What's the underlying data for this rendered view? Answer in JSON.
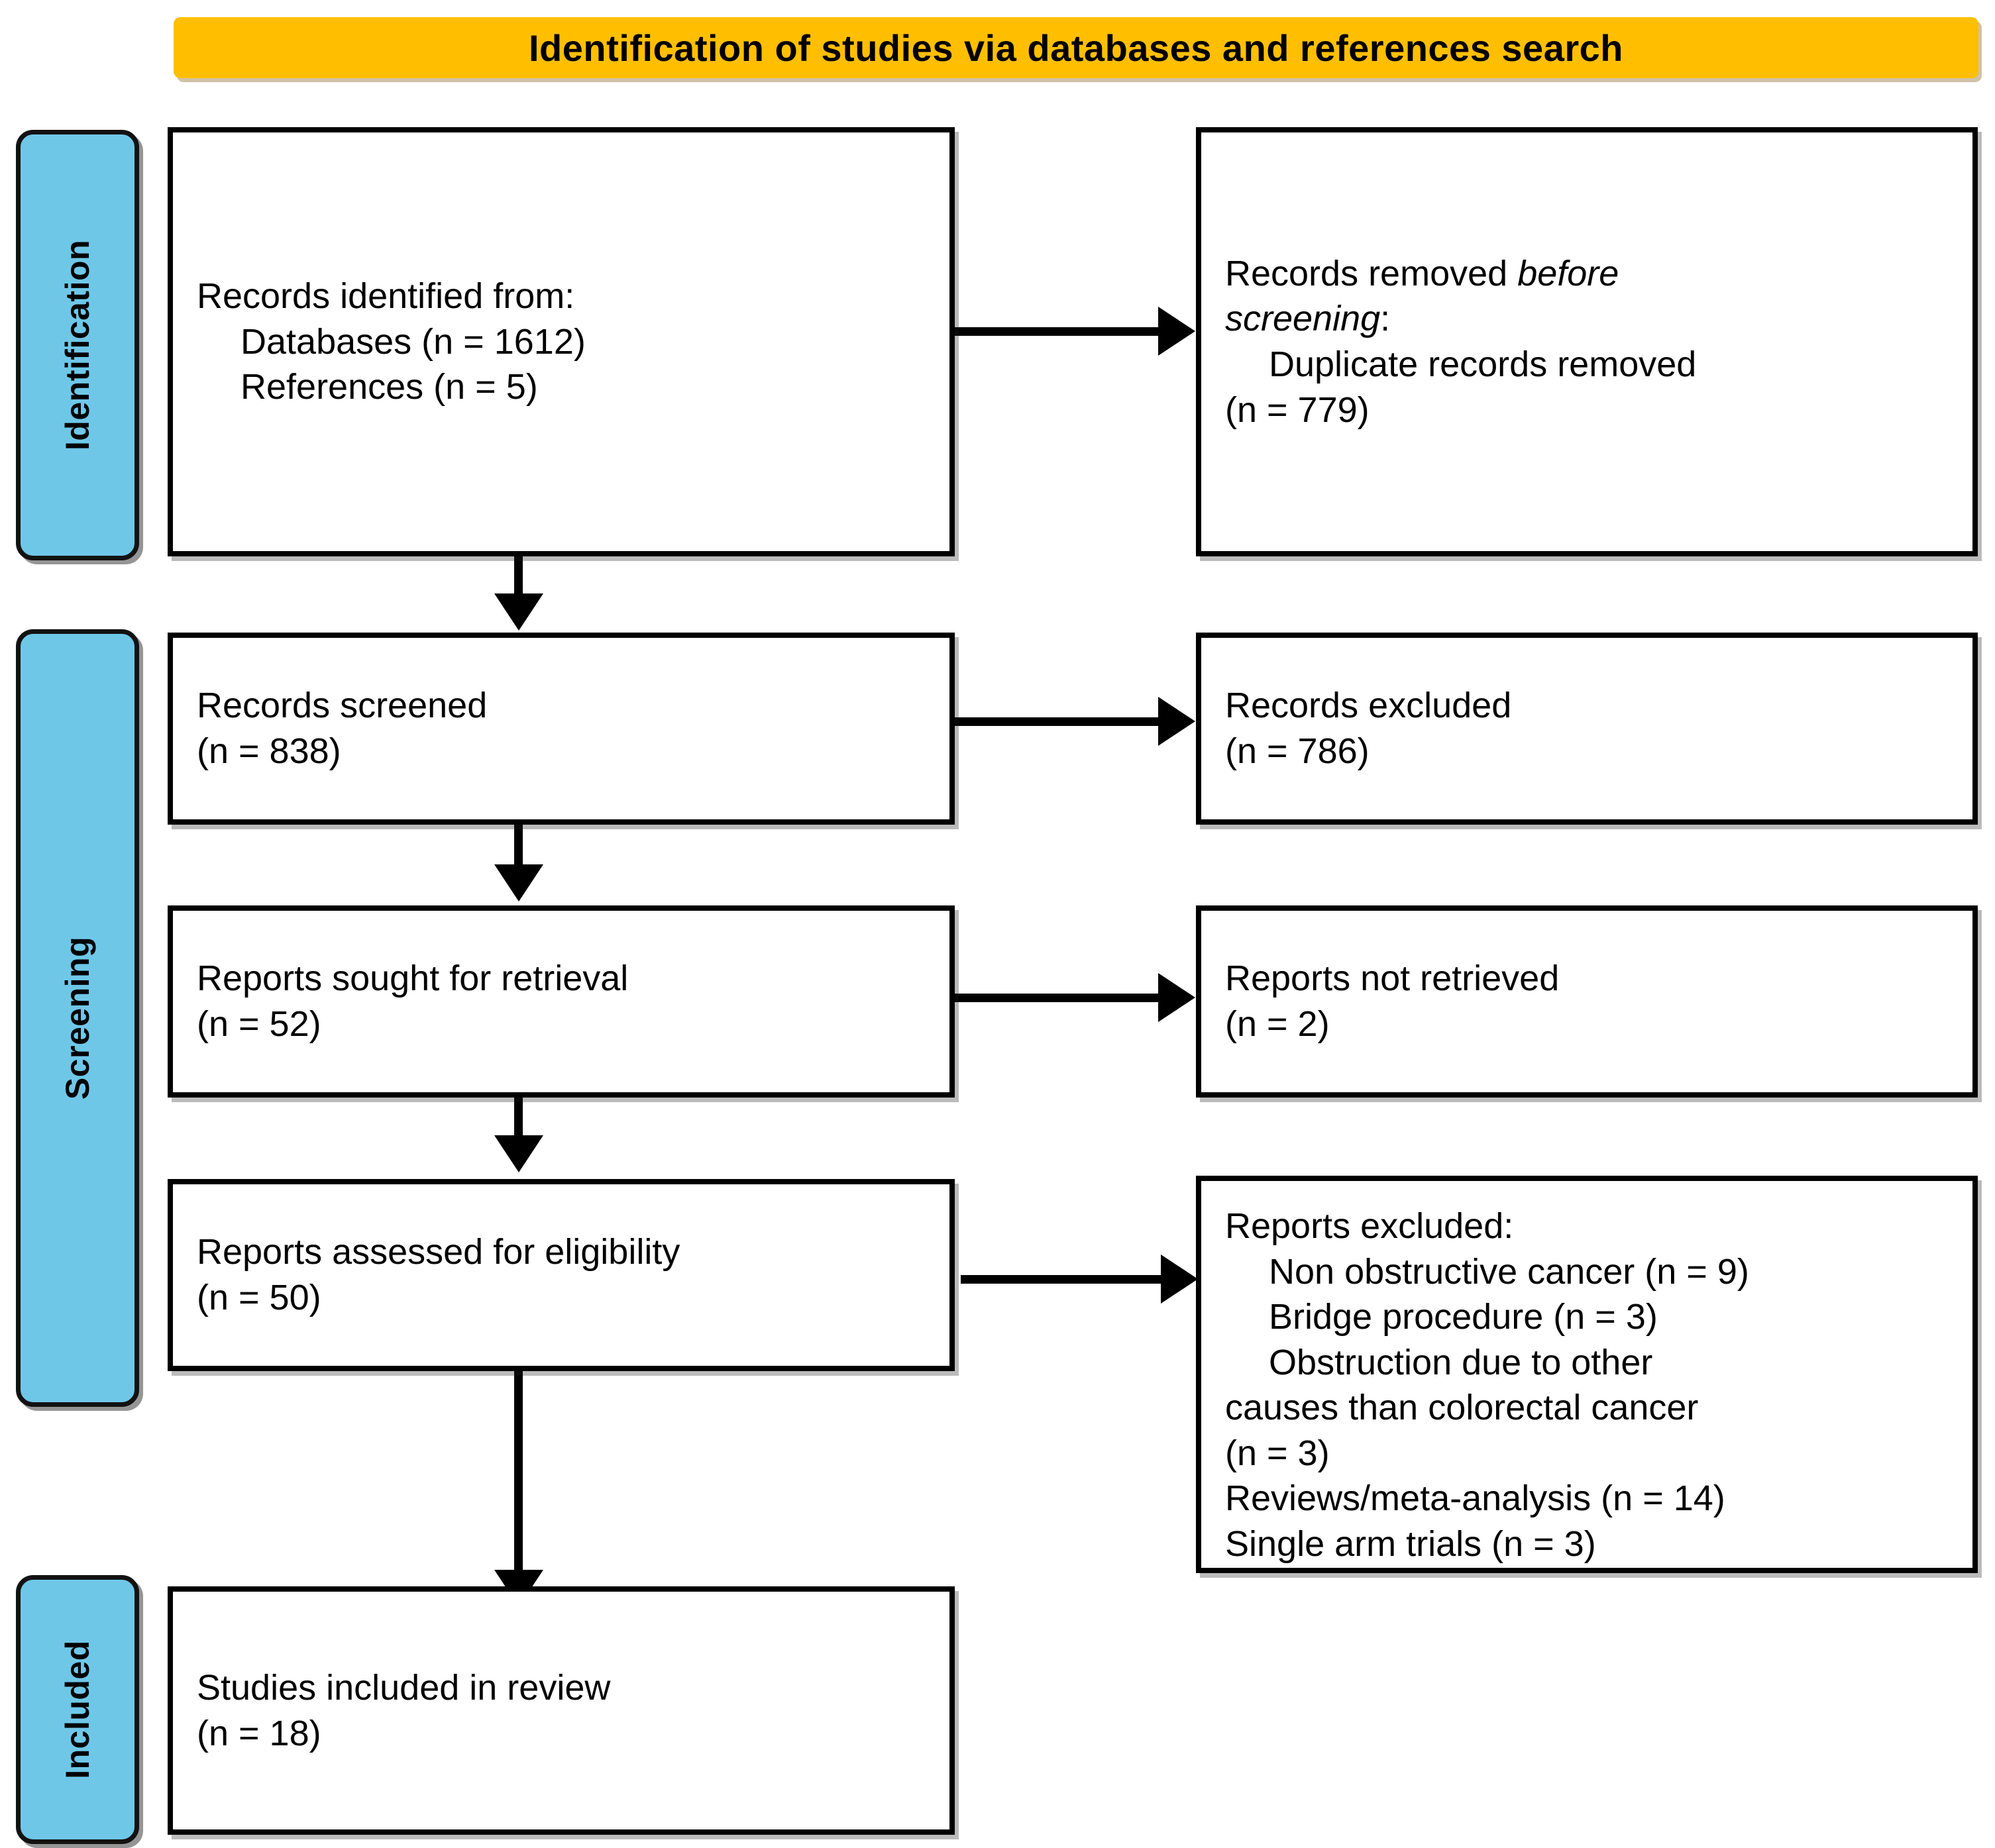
{
  "banner": {
    "title": "Identification of studies via databases and references search",
    "bg_color": "#FFBF00"
  },
  "stages": [
    {
      "label": "Identification"
    },
    {
      "label": "Screening"
    },
    {
      "label": "Included"
    }
  ],
  "stage_color": "#6FC7E8",
  "boxes": {
    "records_identified": {
      "line1": "Records identified from:",
      "line2": "Databases  (n = 1612)",
      "line3": "References (n = 5)"
    },
    "records_removed": {
      "line1_a": "Records removed ",
      "line1_b": "before",
      "line2_a": "screening",
      "line2_b": ":",
      "line3": "Duplicate records removed",
      "line4": "(n = 779)"
    },
    "records_screened": {
      "line1": "Records screened",
      "line2": "(n = 838)"
    },
    "records_excluded": {
      "line1": "Records excluded",
      "line2": "(n = 786)"
    },
    "reports_sought": {
      "line1": "Reports sought for retrieval",
      "line2": "(n = 52)"
    },
    "reports_not_retrieved": {
      "line1": "Reports not retrieved",
      "line2": "(n = 2)"
    },
    "reports_assessed": {
      "line1": "Reports assessed for eligibility",
      "line2": "(n = 50)"
    },
    "reports_excluded": {
      "heading": "Reports excluded:",
      "items": [
        "Non obstructive cancer (n = 9)",
        "Bridge procedure (n = 3)",
        "Obstruction due to other",
        "causes than colorectal cancer",
        "(n = 3)",
        "Reviews/meta-analysis (n = 14)",
        "Single arm trials (n = 3)"
      ]
    },
    "studies_included": {
      "line1": "Studies included in review",
      "line2": "(n = 18)"
    }
  },
  "chart_data": {
    "type": "diagram",
    "title": "Identification of studies via databases and references search",
    "diagram_kind": "PRISMA flow diagram",
    "stages": [
      "Identification",
      "Screening",
      "Included"
    ],
    "nodes": [
      {
        "id": "records_identified",
        "stage": "Identification",
        "column": "left",
        "text": "Records identified from: Databases (n = 1612); References (n = 5)",
        "n_databases": 1612,
        "n_references": 5
      },
      {
        "id": "records_removed",
        "stage": "Identification",
        "column": "right",
        "text": "Records removed before screening: Duplicate records removed (n = 779)",
        "n": 779
      },
      {
        "id": "records_screened",
        "stage": "Screening",
        "column": "left",
        "text": "Records screened (n = 838)",
        "n": 838
      },
      {
        "id": "records_excluded",
        "stage": "Screening",
        "column": "right",
        "text": "Records excluded (n = 786)",
        "n": 786
      },
      {
        "id": "reports_sought",
        "stage": "Screening",
        "column": "left",
        "text": "Reports sought for retrieval (n = 52)",
        "n": 52
      },
      {
        "id": "reports_not_retrieved",
        "stage": "Screening",
        "column": "right",
        "text": "Reports not retrieved (n = 2)",
        "n": 2
      },
      {
        "id": "reports_assessed",
        "stage": "Screening",
        "column": "left",
        "text": "Reports assessed for eligibility (n = 50)",
        "n": 50
      },
      {
        "id": "reports_excluded",
        "stage": "Screening",
        "column": "right",
        "text": "Reports excluded",
        "breakdown": [
          {
            "reason": "Non obstructive cancer",
            "n": 9
          },
          {
            "reason": "Bridge procedure",
            "n": 3
          },
          {
            "reason": "Obstruction due to other causes than colorectal cancer",
            "n": 3
          },
          {
            "reason": "Reviews/meta-analysis",
            "n": 14
          },
          {
            "reason": "Single arm trials",
            "n": 3
          }
        ]
      },
      {
        "id": "studies_included",
        "stage": "Included",
        "column": "left",
        "text": "Studies included in review (n = 18)",
        "n": 18
      }
    ],
    "edges": [
      {
        "from": "records_identified",
        "to": "records_removed",
        "direction": "right"
      },
      {
        "from": "records_identified",
        "to": "records_screened",
        "direction": "down"
      },
      {
        "from": "records_screened",
        "to": "records_excluded",
        "direction": "right"
      },
      {
        "from": "records_screened",
        "to": "reports_sought",
        "direction": "down"
      },
      {
        "from": "reports_sought",
        "to": "reports_not_retrieved",
        "direction": "right"
      },
      {
        "from": "reports_sought",
        "to": "reports_assessed",
        "direction": "down"
      },
      {
        "from": "reports_assessed",
        "to": "reports_excluded",
        "direction": "right"
      },
      {
        "from": "reports_assessed",
        "to": "studies_included",
        "direction": "down"
      }
    ]
  }
}
